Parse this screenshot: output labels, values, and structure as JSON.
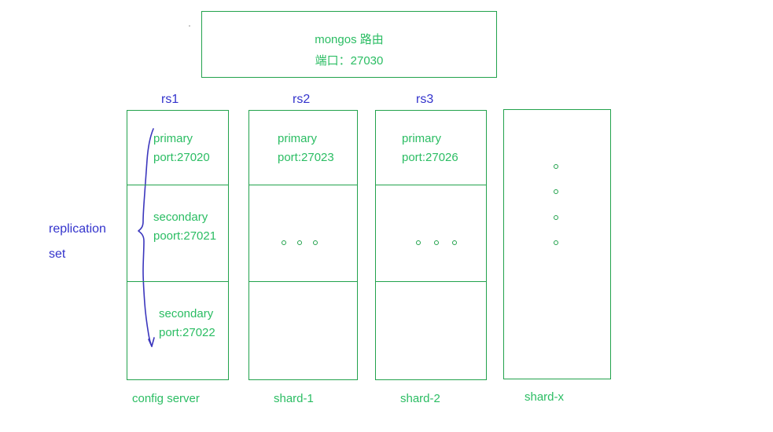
{
  "diagram": {
    "title_router": {
      "line1": "mongos 路由",
      "line2": "端口：27030"
    },
    "replication_label": {
      "line1": "replication",
      "line2": "set"
    },
    "colors": {
      "box_stroke": "#22a24c",
      "green_text": "#2bbd63",
      "blue_text": "#3333cc",
      "background": "#ffffff"
    },
    "columns": [
      {
        "rs_label": "rs1",
        "caption": "config server",
        "cells": [
          {
            "line1": "primary",
            "line2": "port:27020",
            "dots": 0
          },
          {
            "line1": "secondary",
            "line2": "poort:27021",
            "dots": 0
          },
          {
            "line1": "secondary",
            "line2": "port:27022",
            "dots": 0
          }
        ]
      },
      {
        "rs_label": "rs2",
        "caption": "shard-1",
        "cells": [
          {
            "line1": "primary",
            "line2": "port:27023",
            "dots": 0
          },
          {
            "line1": "",
            "line2": "",
            "dots": 3
          },
          {
            "line1": "",
            "line2": "",
            "dots": 0
          }
        ]
      },
      {
        "rs_label": "rs3",
        "caption": "shard-2",
        "cells": [
          {
            "line1": "primary",
            "line2": "port:27026",
            "dots": 0
          },
          {
            "line1": "",
            "line2": "",
            "dots": 3
          },
          {
            "line1": "",
            "line2": "",
            "dots": 0
          }
        ]
      },
      {
        "rs_label": "",
        "caption": "shard-x",
        "cells": [
          {
            "line1": "",
            "line2": "",
            "dots": 0
          }
        ],
        "vertical_dots": 4
      }
    ]
  }
}
